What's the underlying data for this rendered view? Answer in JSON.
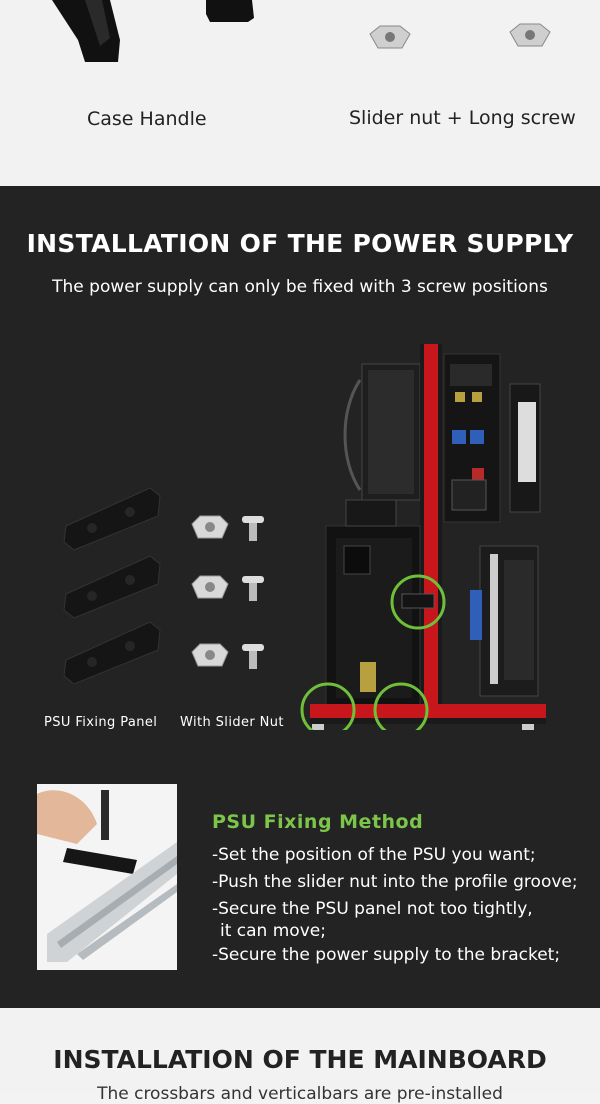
{
  "top": {
    "handle_caption": "Case Handle",
    "nut_caption": "Slider nut + Long screw"
  },
  "psu_section": {
    "title": "INSTALLATION OF THE POWER SUPPLY",
    "subtitle": "The power supply can only be fixed with 3 screw positions",
    "panel_caption": "PSU Fixing Panel",
    "nut_caption": "With Slider Nut",
    "method_title": "PSU Fixing Method",
    "steps": [
      "-Set the position of the PSU you want;",
      "-Push the slider nut into the profile groove;",
      "-Secure the PSU panel not too tightly,",
      "it can move;",
      "-Secure the power supply to the bracket;"
    ]
  },
  "mainboard_section": {
    "title": "INSTALLATION OF THE MAINBOARD",
    "cut_text": "The crossbars and verticalbars are pre-installed"
  },
  "colors": {
    "accent_green": "#7cc44a",
    "dark_bg": "#232323",
    "light_bg": "#f2f2f2",
    "frame_red": "#c8161d"
  }
}
